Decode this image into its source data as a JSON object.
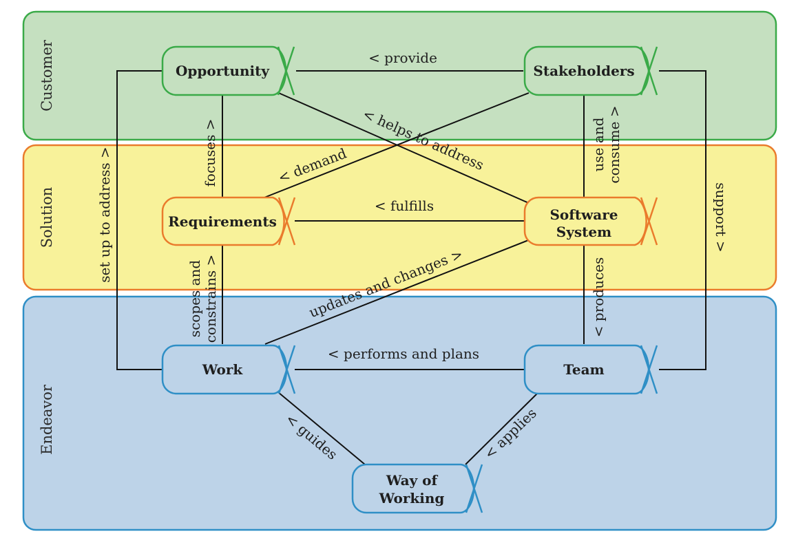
{
  "colors": {
    "customer_fill": "#c5e0c0",
    "customer_stroke": "#3aaa48",
    "solution_fill": "#f8f29a",
    "solution_stroke": "#ea7b2c",
    "endeavor_fill": "#bdd3e8",
    "endeavor_stroke": "#2f8fc6",
    "line": "#111111"
  },
  "areas": {
    "customer": "Customer",
    "solution": "Solution",
    "endeavor": "Endeavor"
  },
  "nodes": {
    "opportunity": "Opportunity",
    "stakeholders": "Stakeholders",
    "requirements": "Requirements",
    "software_system_1": "Software",
    "software_system_2": "System",
    "work": "Work",
    "team": "Team",
    "way_of_working_1": "Way of",
    "way_of_working_2": "Working"
  },
  "edges": {
    "provide": "< provide",
    "helps_to_address": "< helps to address",
    "focuses": "focuses >",
    "use_and_consume_1": "use and",
    "use_and_consume_2": "consume >",
    "demand": "< demand",
    "fulfills": "< fulfills",
    "set_up_to_address": "set up to address >",
    "support": "support >",
    "scopes_and_constrains_1": "scopes and",
    "scopes_and_constrains_2": "constrains >",
    "updates_and_changes": "updates and changes >",
    "produces": "< produces",
    "performs_and_plans": "< performs and plans",
    "guides": "< guides",
    "applies": "< applies"
  }
}
